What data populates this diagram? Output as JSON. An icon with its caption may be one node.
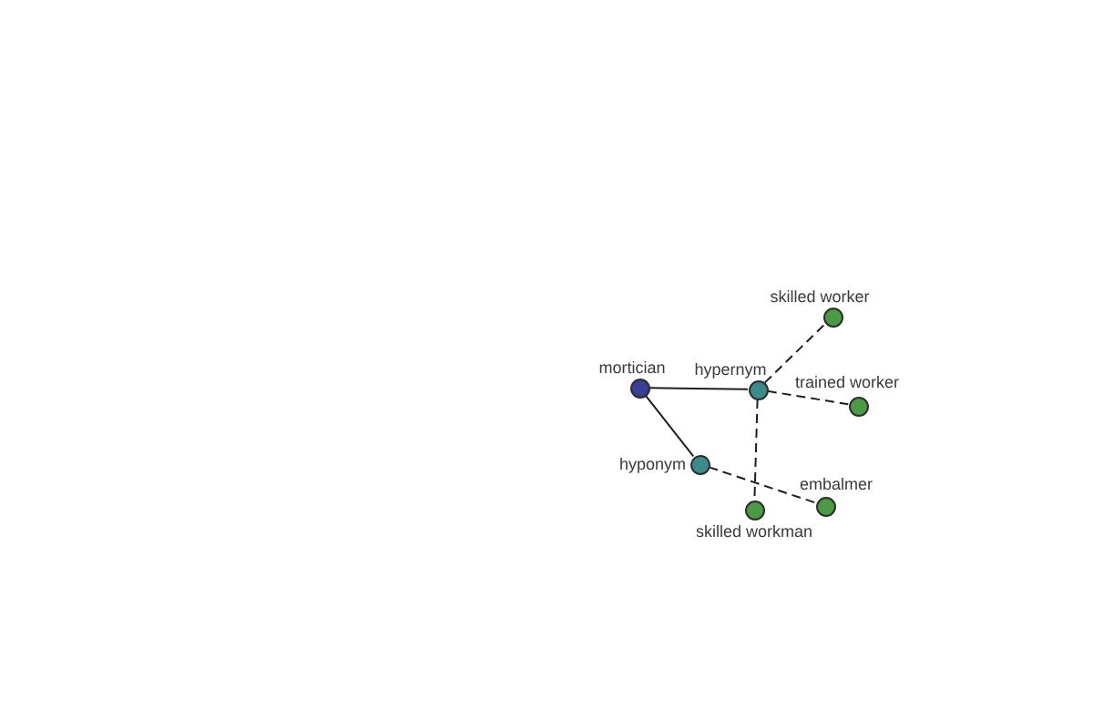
{
  "diagram": {
    "nodes": [
      {
        "text": [
          "skilled worker"
        ]
      },
      {
        "text": [
          "mortician"
        ]
      },
      {
        "text": [
          "hypernym"
        ]
      },
      {
        "text": [
          "trained worker"
        ]
      },
      {
        "text": [
          "hyponym"
        ]
      },
      {
        "text": [
          "skilled workman"
        ]
      },
      {
        "text": [
          "embalmer"
        ]
      }
    ],
    "edges": [
      {
        "from": 1,
        "to": 2,
        "arrow": "none"
      },
      {
        "from": 1,
        "to": 4,
        "arrow": "none"
      },
      {
        "from": 2,
        "to": 0,
        "arrow": "none",
        "style": "dashed"
      },
      {
        "from": 2,
        "to": 3,
        "arrow": "none",
        "style": "dashed"
      },
      {
        "from": 2,
        "to": 5,
        "arrow": "none",
        "style": "dashed"
      },
      {
        "from": 4,
        "to": 6,
        "arrow": "none",
        "style": "dashed"
      }
    ]
  }
}
